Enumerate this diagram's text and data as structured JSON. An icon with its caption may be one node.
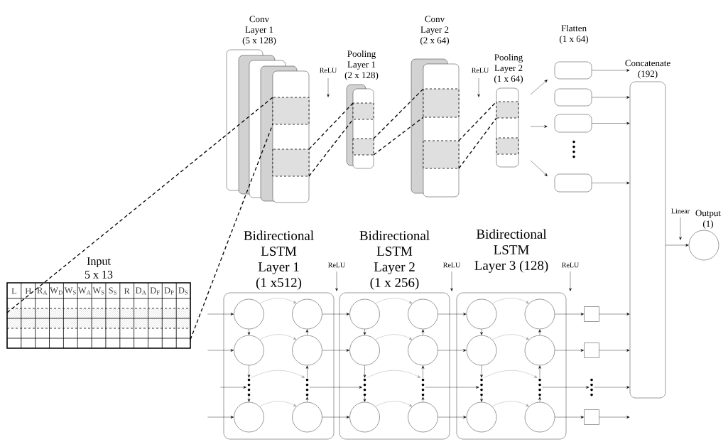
{
  "diagram": {
    "nodes": [
      {
        "text": [
          "Input 5 x 13"
        ]
      },
      {
        "text": [
          "Conv Layer 1 (5 x 128)"
        ]
      },
      {
        "text": [
          "Pooling Layer 1 (2 x 128)"
        ]
      },
      {
        "text": [
          "Conv Layer 2 (2 x 64)"
        ]
      },
      {
        "text": [
          "Pooling Layer 2 (1 x 64)"
        ]
      },
      {
        "text": [
          "Flatten (1 x 64)"
        ]
      },
      {
        "text": [],
        "shape": "box"
      },
      {
        "text": [],
        "shape": "box"
      },
      {
        "text": [],
        "shape": "box"
      },
      {
        "text": [
          "Concatenate (192)"
        ]
      },
      {
        "text": [
          "Output (1)"
        ]
      },
      {
        "text": [
          "Bidirectional LSTM Layer 1 (1 x512)"
        ]
      },
      {
        "text": [
          "Bidirectional LSTM Layer 2 (1 x 256)"
        ]
      },
      {
        "text": [
          "Bidirectional LSTM Layer 3 (128)"
        ]
      },
      {
        "text": [],
        "shape": "circle",
        "in": 11
      },
      {
        "text": [],
        "shape": "circle",
        "in": 11
      },
      {
        "text": [],
        "shape": "dots",
        "in": 11
      },
      {
        "text": [],
        "shape": "circle",
        "in": 11
      },
      {
        "text": [],
        "shape": "circle",
        "in": 11
      },
      {
        "text": [],
        "shape": "circle",
        "in": 11
      },
      {
        "text": [],
        "shape": "dots",
        "in": 11
      },
      {
        "text": [],
        "shape": "circle",
        "in": 11
      },
      {
        "text": [],
        "shape": "circle",
        "in": 12
      },
      {
        "text": [],
        "shape": "circle",
        "in": 12
      },
      {
        "text": [],
        "shape": "dots",
        "in": 12
      },
      {
        "text": [],
        "shape": "circle",
        "in": 12
      },
      {
        "text": [],
        "shape": "circle",
        "in": 12
      },
      {
        "text": [],
        "shape": "circle",
        "in": 12
      },
      {
        "text": [],
        "shape": "dots",
        "in": 12
      },
      {
        "text": [],
        "shape": "circle",
        "in": 12
      },
      {
        "text": [],
        "shape": "circle",
        "in": 13
      },
      {
        "text": [],
        "shape": "circle",
        "in": 13
      },
      {
        "text": [],
        "shape": "dots",
        "in": 13
      },
      {
        "text": [],
        "shape": "circle",
        "in": 13
      },
      {
        "text": [],
        "shape": "circle",
        "in": 13
      },
      {
        "text": [],
        "shape": "circle",
        "in": 13
      },
      {
        "text": [],
        "shape": "dots",
        "in": 13
      },
      {
        "text": [],
        "shape": "circle",
        "in": 13
      },
      {
        "text": [],
        "shape": "box"
      },
      {
        "text": [],
        "shape": "box"
      },
      {
        "text": [],
        "shape": "dots"
      },
      {
        "text": [],
        "shape": "box"
      }
    ],
    "edges": [
      {
        "from": 0,
        "to": 1,
        "arrow": "none",
        "style": "dashed"
      },
      {
        "from": 0,
        "to": 1,
        "arrow": "none",
        "style": "dashed"
      },
      {
        "from": 1,
        "to": 2,
        "arrow": "none",
        "style": "dashed"
      },
      {
        "from": 1,
        "to": 2,
        "arrow": "none",
        "style": "dashed"
      },
      {
        "from": 2,
        "to": 3,
        "arrow": "none",
        "style": "dashed"
      },
      {
        "from": 2,
        "to": 3,
        "arrow": "none",
        "style": "dashed"
      },
      {
        "from": 3,
        "to": 4,
        "arrow": "none",
        "style": "dashed"
      },
      {
        "from": 3,
        "to": 4,
        "arrow": "none",
        "style": "dashed"
      },
      {
        "from": 4,
        "to": 5,
        "arrow": "to"
      },
      {
        "from": 4,
        "to": 7,
        "arrow": "to"
      },
      {
        "from": 4,
        "to": 8,
        "arrow": "to"
      },
      {
        "from": 5,
        "to": 9,
        "arrow": "to"
      },
      {
        "from": 6,
        "to": 9,
        "arrow": "to"
      },
      {
        "from": 7,
        "to": 9,
        "arrow": "to"
      },
      {
        "from": 8,
        "to": 9,
        "arrow": "to"
      },
      {
        "from": 9,
        "to": 10,
        "arrow": "to"
      },
      {
        "from": null,
        "to": 14,
        "arrow": "to"
      },
      {
        "from": null,
        "to": 15,
        "arrow": "to"
      },
      {
        "from": null,
        "to": 16,
        "arrow": "to"
      },
      {
        "from": null,
        "to": 17,
        "arrow": "to"
      },
      {
        "from": 14,
        "to": 18,
        "arrow": "to",
        "color": "#999999"
      },
      {
        "from": 15,
        "to": 19,
        "arrow": "to",
        "color": "#999999"
      },
      {
        "from": 16,
        "to": 20,
        "arrow": "to",
        "color": "#999999"
      },
      {
        "from": 17,
        "to": 21,
        "arrow": "to",
        "color": "#999999"
      },
      {
        "from": 14,
        "to": 15,
        "arrow": "to"
      },
      {
        "from": 15,
        "to": 16,
        "arrow": "to"
      },
      {
        "from": 16,
        "to": 17,
        "arrow": "to"
      },
      {
        "from": 21,
        "to": 20,
        "arrow": "to"
      },
      {
        "from": 20,
        "to": 19,
        "arrow": "to"
      },
      {
        "from": 19,
        "to": 18,
        "arrow": "to"
      },
      {
        "from": 18,
        "to": 22,
        "arrow": "to"
      },
      {
        "from": 19,
        "to": 23,
        "arrow": "to"
      },
      {
        "from": 20,
        "to": 24,
        "arrow": "to"
      },
      {
        "from": 21,
        "to": 25,
        "arrow": "to"
      },
      {
        "from": 22,
        "to": 26,
        "arrow": "to",
        "color": "#999999"
      },
      {
        "from": 23,
        "to": 27,
        "arrow": "to",
        "color": "#999999"
      },
      {
        "from": 24,
        "to": 28,
        "arrow": "to",
        "color": "#999999"
      },
      {
        "from": 25,
        "to": 29,
        "arrow": "to",
        "color": "#999999"
      },
      {
        "from": 22,
        "to": 23,
        "arrow": "to"
      },
      {
        "from": 23,
        "to": 24,
        "arrow": "to"
      },
      {
        "from": 24,
        "to": 25,
        "arrow": "to"
      },
      {
        "from": 29,
        "to": 28,
        "arrow": "to"
      },
      {
        "from": 28,
        "to": 27,
        "arrow": "to"
      },
      {
        "from": 27,
        "to": 26,
        "arrow": "to"
      },
      {
        "from": 26,
        "to": 30,
        "arrow": "to"
      },
      {
        "from": 27,
        "to": 31,
        "arrow": "to"
      },
      {
        "from": 28,
        "to": 32,
        "arrow": "to"
      },
      {
        "from": 29,
        "to": 33,
        "arrow": "to"
      },
      {
        "from": 30,
        "to": 34,
        "arrow": "to",
        "color": "#999999"
      },
      {
        "from": 31,
        "to": 35,
        "arrow": "to",
        "color": "#999999"
      },
      {
        "from": 32,
        "to": 36,
        "arrow": "to",
        "color": "#999999"
      },
      {
        "from": 33,
        "to": 37,
        "arrow": "to",
        "color": "#999999"
      },
      {
        "from": 30,
        "to": 31,
        "arrow": "to"
      },
      {
        "from": 31,
        "to": 32,
        "arrow": "to"
      },
      {
        "from": 32,
        "to": 33,
        "arrow": "to"
      },
      {
        "from": 37,
        "to": 36,
        "arrow": "to"
      },
      {
        "from": 36,
        "to": 35,
        "arrow": "to"
      },
      {
        "from": 35,
        "to": 34,
        "arrow": "to"
      },
      {
        "from": 34,
        "to": 38,
        "arrow": "to"
      },
      {
        "from": 35,
        "to": 39,
        "arrow": "to"
      },
      {
        "from": 36,
        "to": 40,
        "arrow": "to"
      },
      {
        "from": 37,
        "to": 41,
        "arrow": "to"
      },
      {
        "from": 38,
        "to": 9,
        "arrow": "to"
      },
      {
        "from": 39,
        "to": 9,
        "arrow": "to"
      },
      {
        "from": 40,
        "to": 9,
        "arrow": "to"
      },
      {
        "from": 41,
        "to": 9,
        "arrow": "to"
      }
    ],
    "labels": [
      "ReLU",
      "ReLU",
      "Linear",
      "ReLU",
      "ReLU",
      "ReLU",
      "L",
      "H",
      "R$_{A}$",
      "W$_{D}$",
      "W$_{S}$",
      "W$_{A}$",
      "W$_{S}$",
      "S$_{S}$",
      "R",
      "D$_{A}$",
      "D$_{F}$",
      "D$_{P}$",
      "D$_{S}$"
    ]
  }
}
